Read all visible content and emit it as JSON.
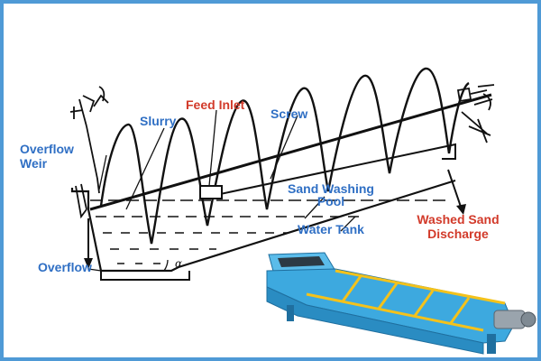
{
  "colors": {
    "blue_label": "#2f6fc4",
    "red_label": "#d23a2a",
    "frame": "#4f9ad6",
    "line": "#111111",
    "machine_body": "#3da9df",
    "machine_dark": "#1f6f9f",
    "machine_frame": "#f4c21b"
  },
  "labels": {
    "overflow_weir": "Overflow\nWeir",
    "slurry": "Slurry",
    "feed_inlet": "Feed Inlet",
    "screw": "Screw",
    "sand_washing_pool": "Sand Washing\nPool",
    "water_tank": "Water Tank",
    "washed_sand_discharge": "Washed Sand\nDischarge",
    "overflow": "Overflow",
    "angle_symbol": "α"
  }
}
